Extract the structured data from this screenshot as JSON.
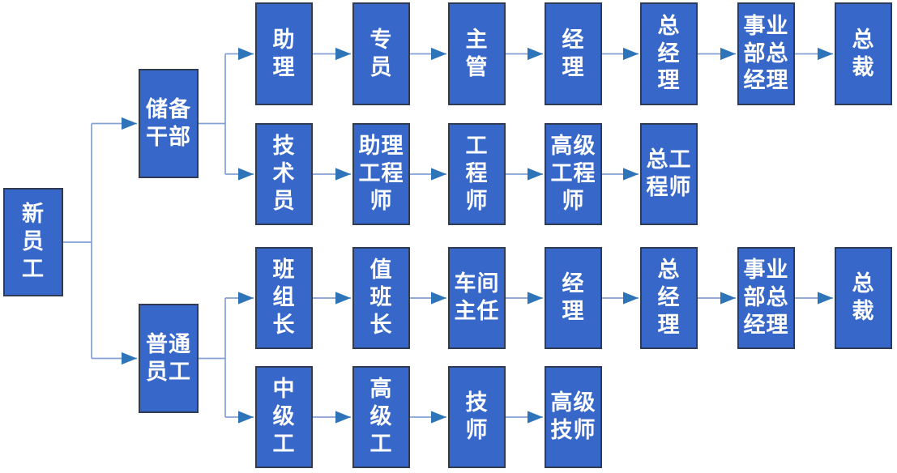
{
  "colors": {
    "background": "#ffffff",
    "box_fill": "#3767c9",
    "box_border": "#2f3b52",
    "connector": "#84a1d4",
    "arrowhead": "#2e74b8",
    "text": "#ffffff"
  },
  "nodes": {
    "root": "新\n员\n工",
    "branch1": "储备\n干部",
    "branch2": "普通\n员工",
    "row1": [
      "助\n理",
      "专\n员",
      "主\n管",
      "经\n理",
      "总\n经\n理",
      "事业\n部总\n经理",
      "总\n裁"
    ],
    "row2": [
      "技\n术\n员",
      "助理\n工程\n师",
      "工\n程\n师",
      "高级\n工程\n师",
      "总工\n程师"
    ],
    "row3": [
      "班\n组\n长",
      "值\n班\n长",
      "车间\n主任",
      "经\n理",
      "总\n经\n理",
      "事业\n部总\n经理",
      "总\n裁"
    ],
    "row4": [
      "中\n级\n工",
      "高\n级\n工",
      "技\n师",
      "高级\n技师"
    ]
  }
}
